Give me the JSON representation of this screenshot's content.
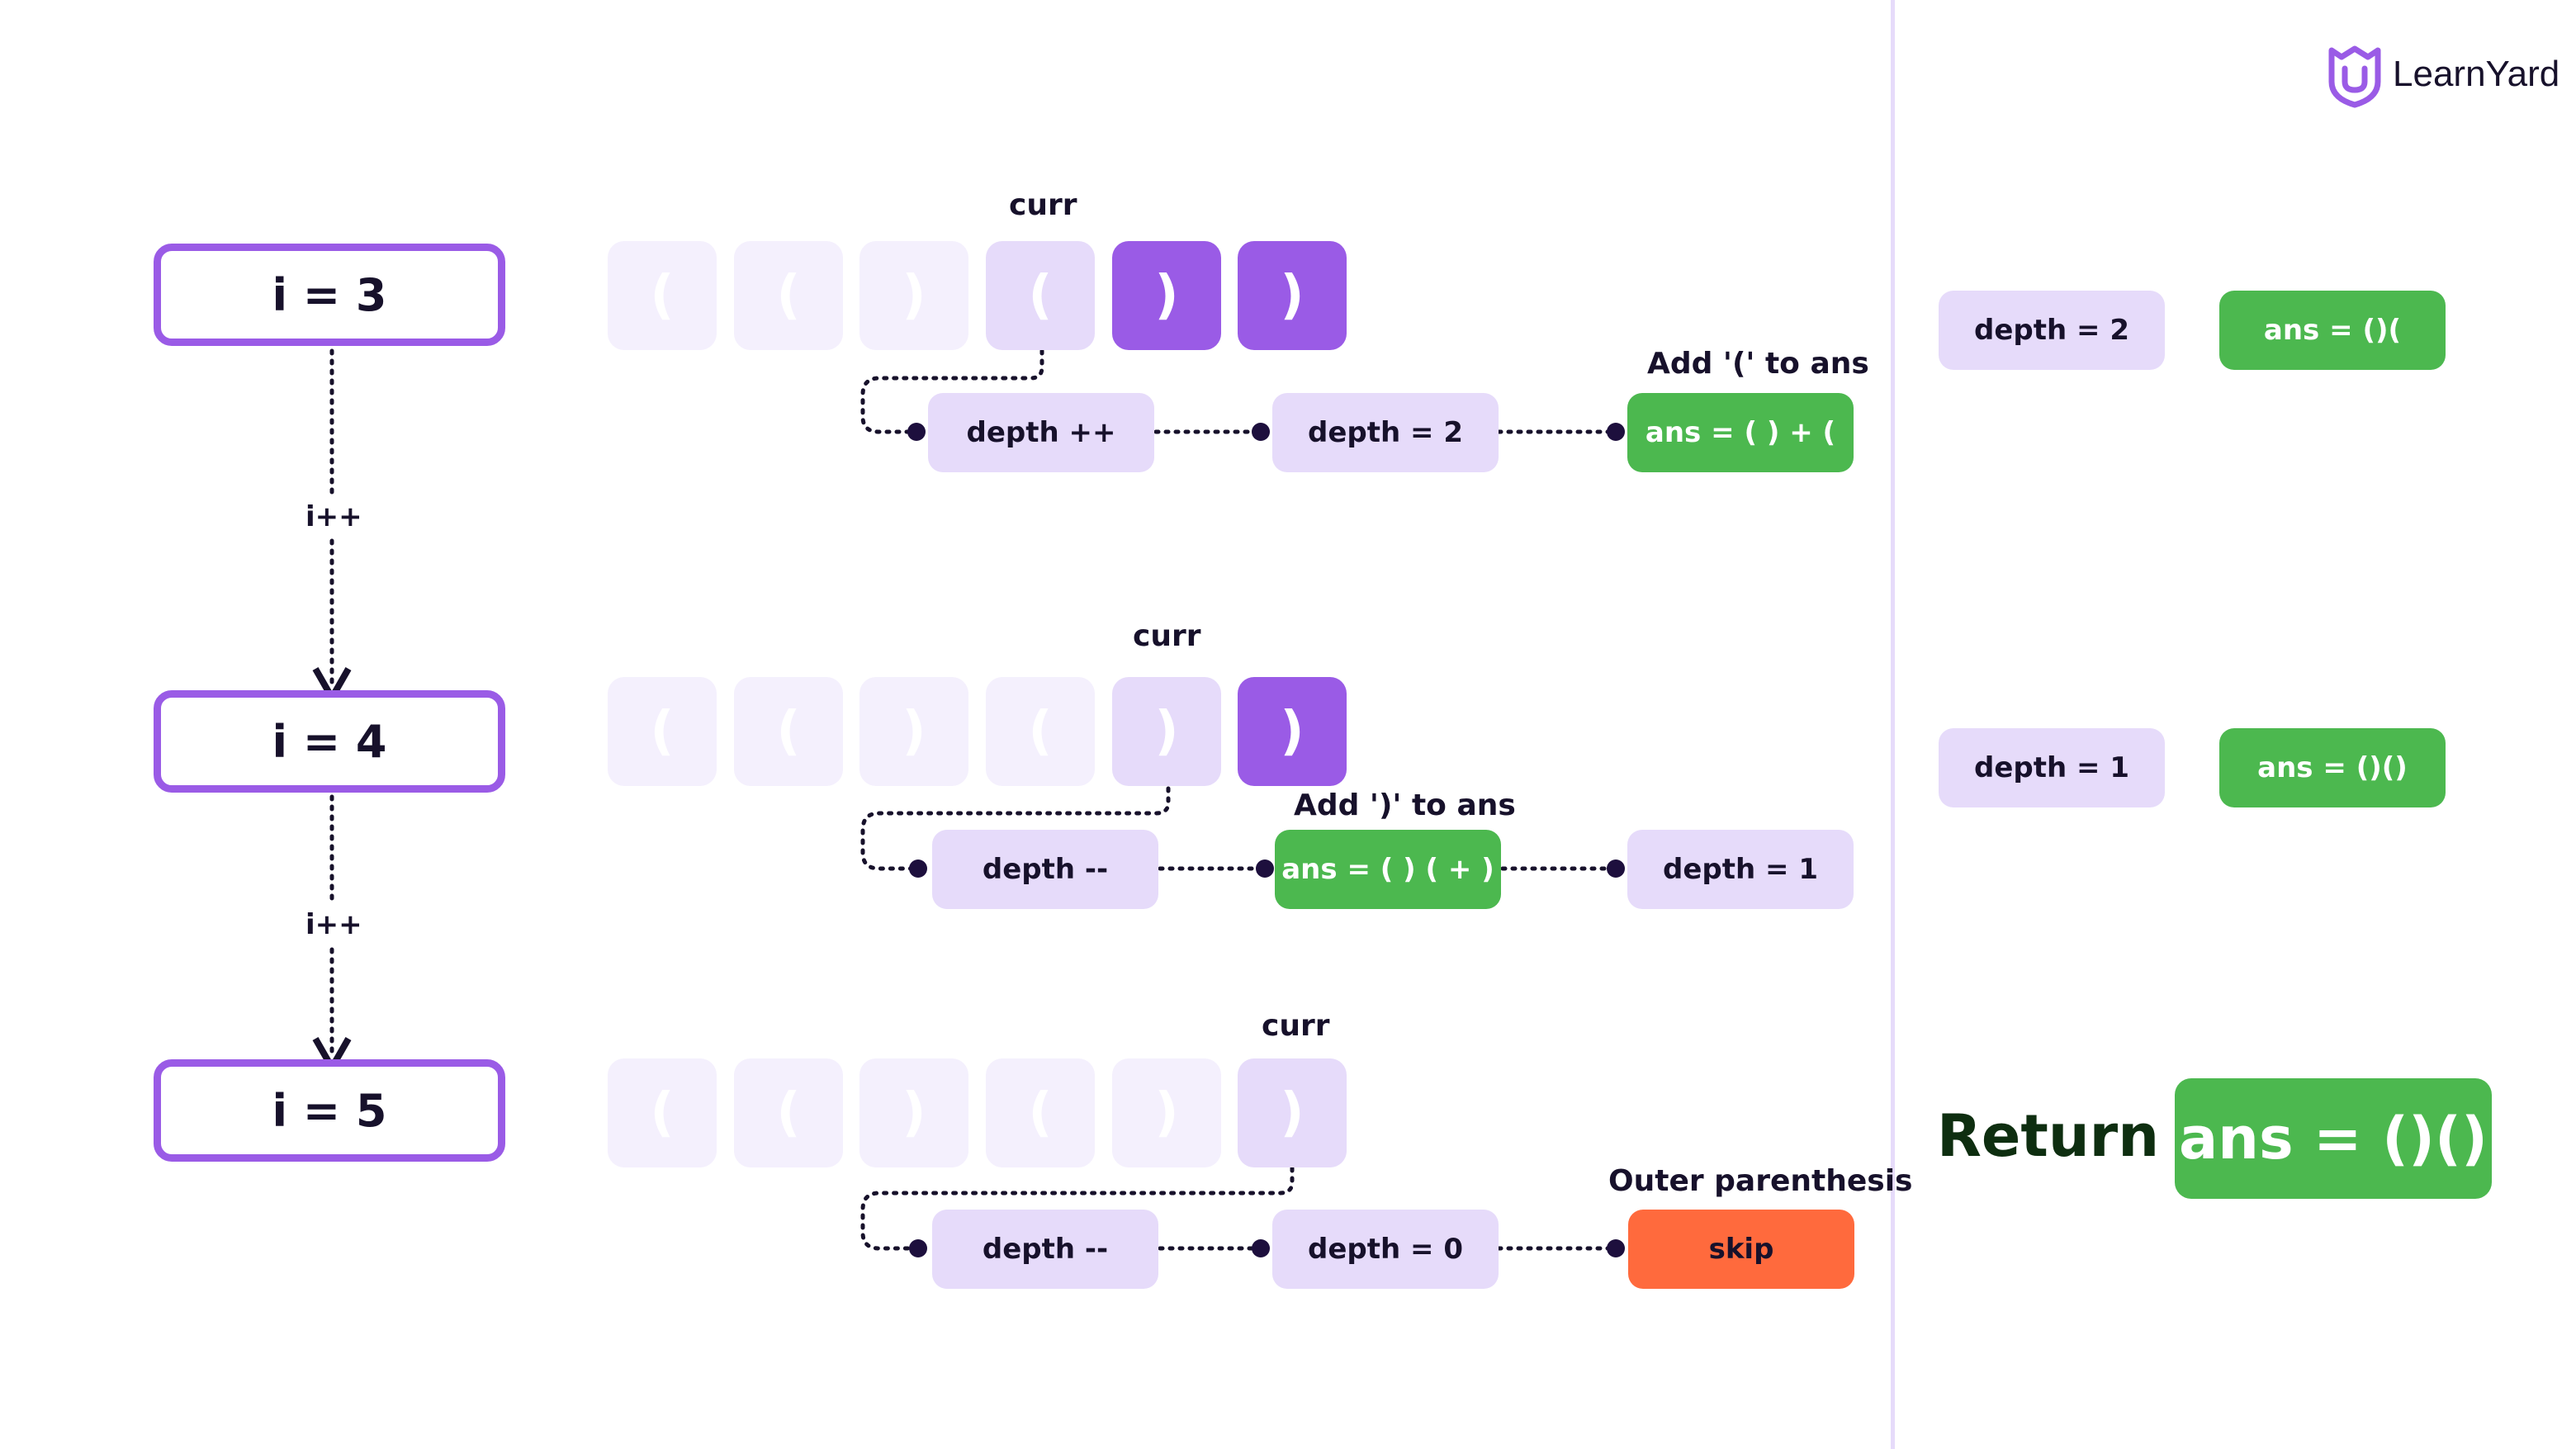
{
  "brand": {
    "name": "LearnYard",
    "accent": "#9a5be6",
    "green": "#4cb84f",
    "orange": "#ff6a3d",
    "lavender": "#e6dbfa"
  },
  "steps": [
    {
      "iteration": "i = 3",
      "cells": [
        "(",
        "(",
        ")",
        "(",
        ")",
        ")"
      ],
      "curr_label": "curr",
      "increment_label": "i++",
      "flow": [
        "depth ++",
        "depth = 2",
        "ans = ( ) + ("
      ],
      "flow_note": "Add '(' to ans",
      "state_depth": "depth = 2",
      "state_ans": "ans = ()("
    },
    {
      "iteration": "i = 4",
      "cells": [
        "(",
        "(",
        ")",
        "(",
        ")",
        ")"
      ],
      "curr_label": "curr",
      "increment_label": "i++",
      "flow": [
        "depth --",
        "ans = ( )  ( + )",
        "depth = 1"
      ],
      "flow_note": "Add ')' to ans",
      "state_depth": "depth = 1",
      "state_ans": "ans = ()()"
    },
    {
      "iteration": "i = 5",
      "cells": [
        "(",
        "(",
        ")",
        "(",
        ")",
        ")"
      ],
      "curr_label": "curr",
      "flow": [
        "depth --",
        "depth = 0",
        "skip"
      ],
      "flow_note": "Outer parenthesis"
    }
  ],
  "result": {
    "label": "Return :",
    "value": "ans = ()()"
  }
}
